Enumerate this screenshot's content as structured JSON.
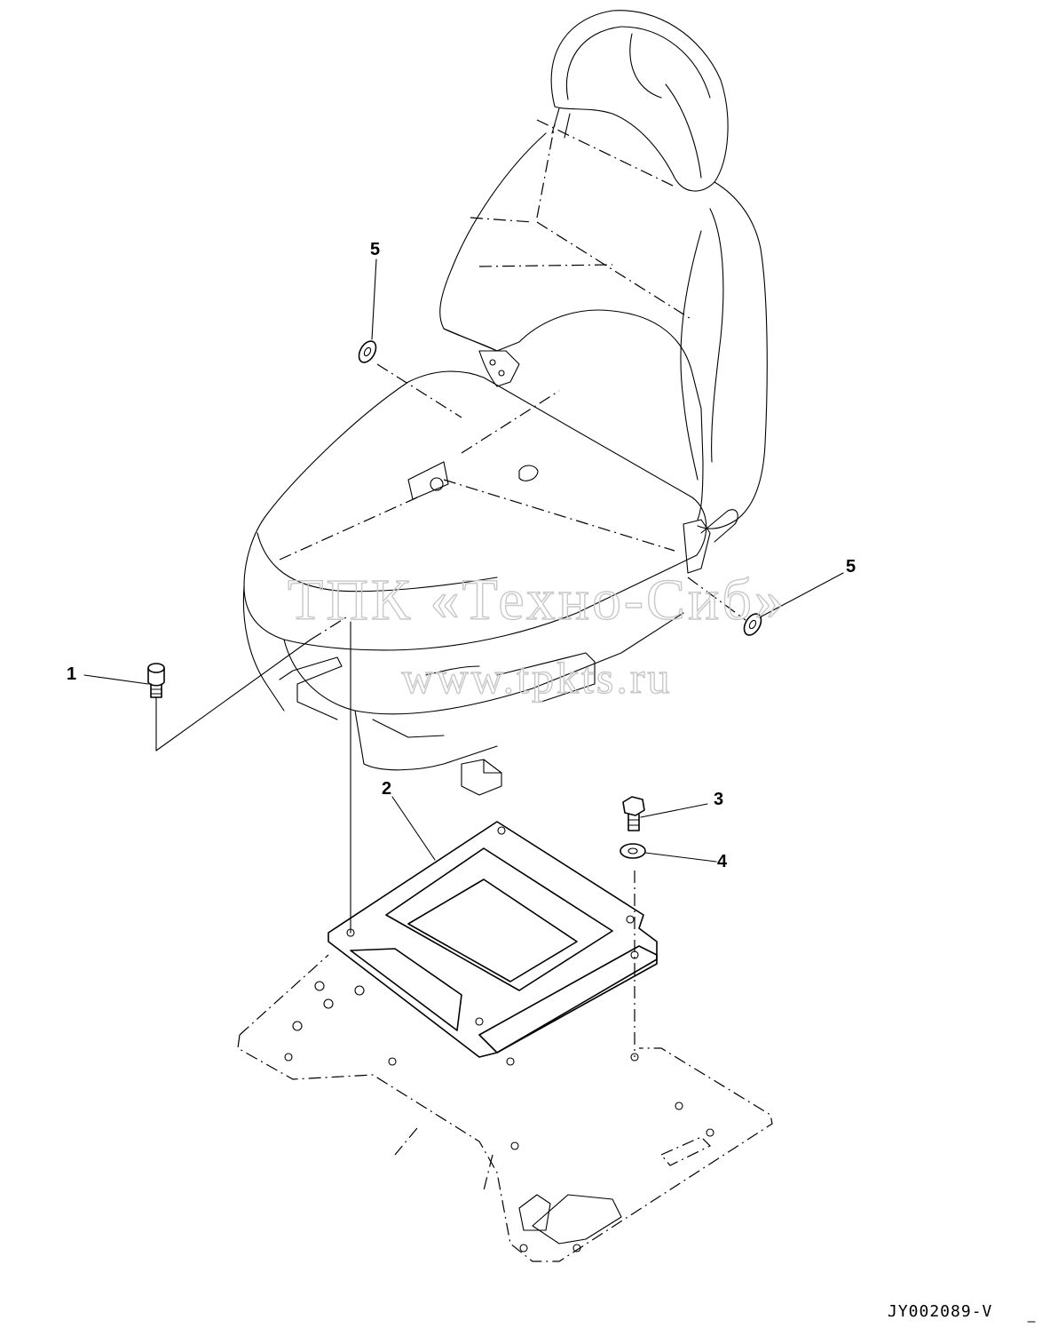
{
  "callouts": [
    {
      "id": "5-top",
      "label": "5"
    },
    {
      "id": "5-right",
      "label": "5"
    },
    {
      "id": "1",
      "label": "1"
    },
    {
      "id": "2",
      "label": "2"
    },
    {
      "id": "3",
      "label": "3"
    },
    {
      "id": "4",
      "label": "4"
    }
  ],
  "watermark": {
    "line1": "ТПК «Техно-Сиб»",
    "line2": "www.tpkts.ru"
  },
  "drawing_code": "JY002089-V"
}
